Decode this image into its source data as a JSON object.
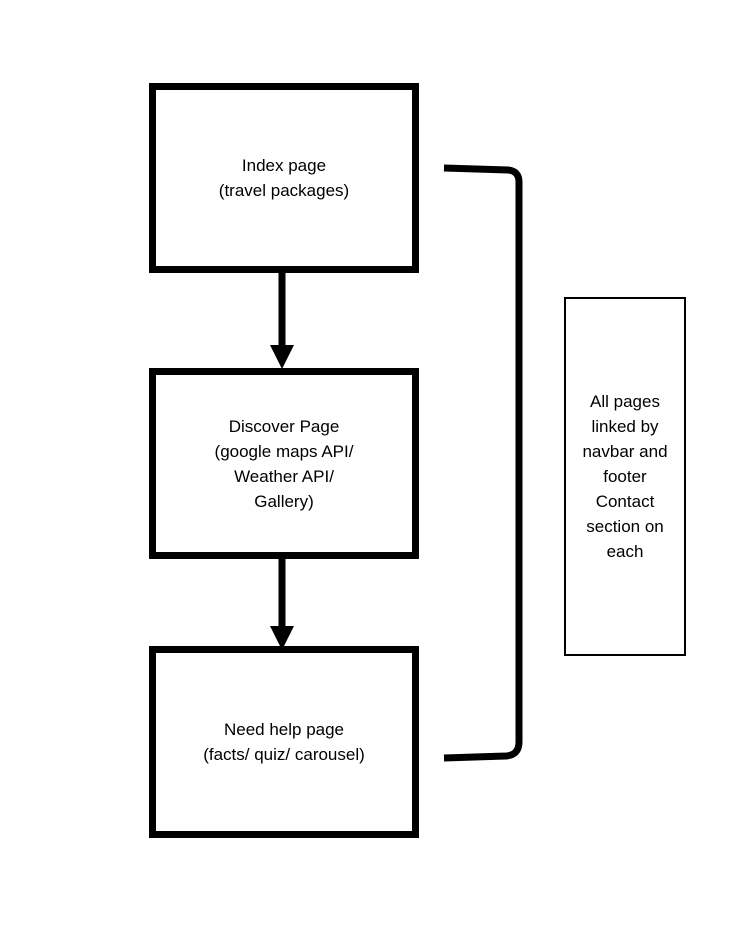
{
  "diagram": {
    "nodes": [
      {
        "id": "index",
        "lines": [
          "Index page",
          "(travel packages)"
        ]
      },
      {
        "id": "discover",
        "lines": [
          "Discover Page",
          "(google maps API/",
          "Weather API/",
          "Gallery)"
        ]
      },
      {
        "id": "need-help",
        "lines": [
          "Need help page",
          "(facts/ quiz/ carousel)"
        ]
      }
    ],
    "edges": [
      {
        "from": "index",
        "to": "discover"
      },
      {
        "from": "discover",
        "to": "need-help"
      }
    ],
    "note": {
      "lines": [
        "All pages",
        "linked by",
        "navbar and",
        "footer",
        "Contact",
        "section on",
        "each"
      ]
    },
    "colors": {
      "stroke": "#000000",
      "background": "#ffffff"
    }
  }
}
